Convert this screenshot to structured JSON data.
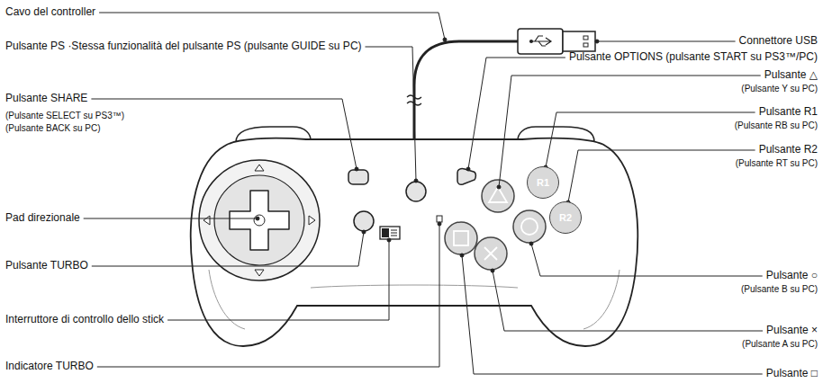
{
  "diagram": {
    "nodes": [
      {
        "text": [
          "R1"
        ]
      },
      {
        "text": [
          "R2"
        ]
      }
    ],
    "labels": [
      "Cavo del controller",
      "Pulsante PS ·Stessa funzionalità del pulsante PS (pulsante GUIDE su PC)",
      "Connettore USB",
      "Pulsante OPTIONS (pulsante START su PS3™/PC)",
      "Pulsante SHARE",
      "(Pulsante SELECT su PS3™)",
      "(Pulsante BACK su PC)",
      "Pulsante △",
      "(Pulsante Y su PC)",
      "Pulsante R1",
      "(Pulsante RB su PC)",
      "Pad direzionale",
      "Pulsante R2",
      "(Pulsante RT su PC)",
      "Pulsante TURBO",
      "Interruttore di controllo dello stick",
      "Pulsante ○",
      "(Pulsante B su PC)",
      "Pulsante ×",
      "(Pulsante A su PC)",
      "Indicatore TURBO",
      "Pulsante □"
    ]
  }
}
